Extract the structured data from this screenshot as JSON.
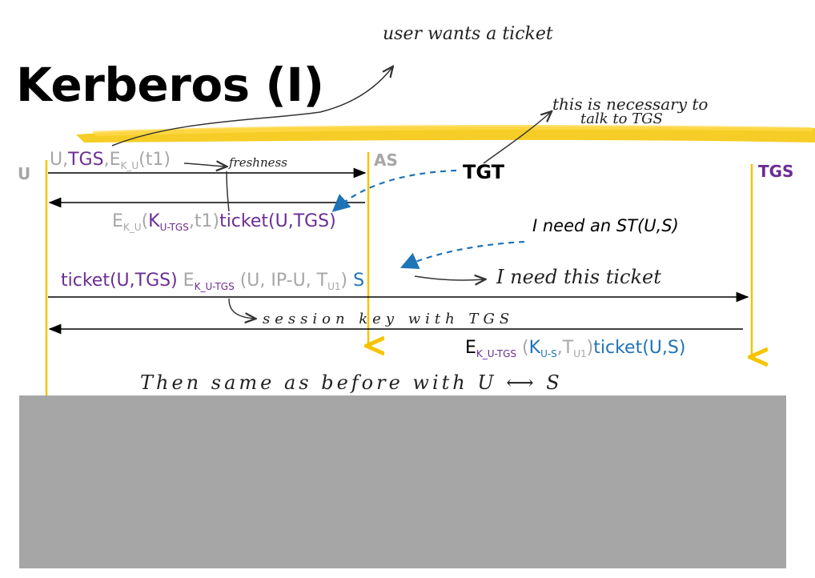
{
  "title": "Kerberos (I)",
  "parties": {
    "u": "U",
    "as": "AS",
    "tgs": "TGS"
  },
  "tgt_label": "TGT",
  "msg1": {
    "u": "U,",
    "tgs": "TGS",
    "comma": ",",
    "e": "E",
    "e_sub": "K_U",
    "rest": "(t1)"
  },
  "msg2": {
    "e": "E",
    "e_sub": "K_U",
    "open": "(",
    "k": "K",
    "k_sub": "U-TGS",
    "mid": ",t1)",
    "ticket": "ticket(U,TGS)"
  },
  "msg3": {
    "ticket": "ticket(U,TGS)",
    "e": "E",
    "e_sub": "K_U-TGS",
    "body": " (U, IP-U, T",
    "t_sub": "U1",
    "close": ")",
    "s": " S"
  },
  "msg4": {
    "e": "E",
    "e_sub": "K_U-TGS",
    "open": " (",
    "k": "K",
    "k_sub": "U-S",
    "comma": ",",
    "t": "T",
    "t_sub": "U1",
    "close": ")",
    "ticket": "ticket(U,S)"
  },
  "notes": {
    "need_st": "I need an ST(U,S)"
  },
  "handwriting": {
    "user_wants": "user wants a ticket",
    "necessary": "this is necessary to",
    "talk_tgs": "talk to TGS",
    "freshness": "freshness",
    "need_ticket": "I need this ticket",
    "session_key": "session key with TGS",
    "then_same": "Then same as before with U ⟷ S"
  },
  "colors": {
    "lifeline": "#f5c400",
    "gray": "#a6a6a6",
    "purple": "#6b2d95",
    "blue": "#1f73b7",
    "dashed_arrow": "#1f73b7"
  }
}
